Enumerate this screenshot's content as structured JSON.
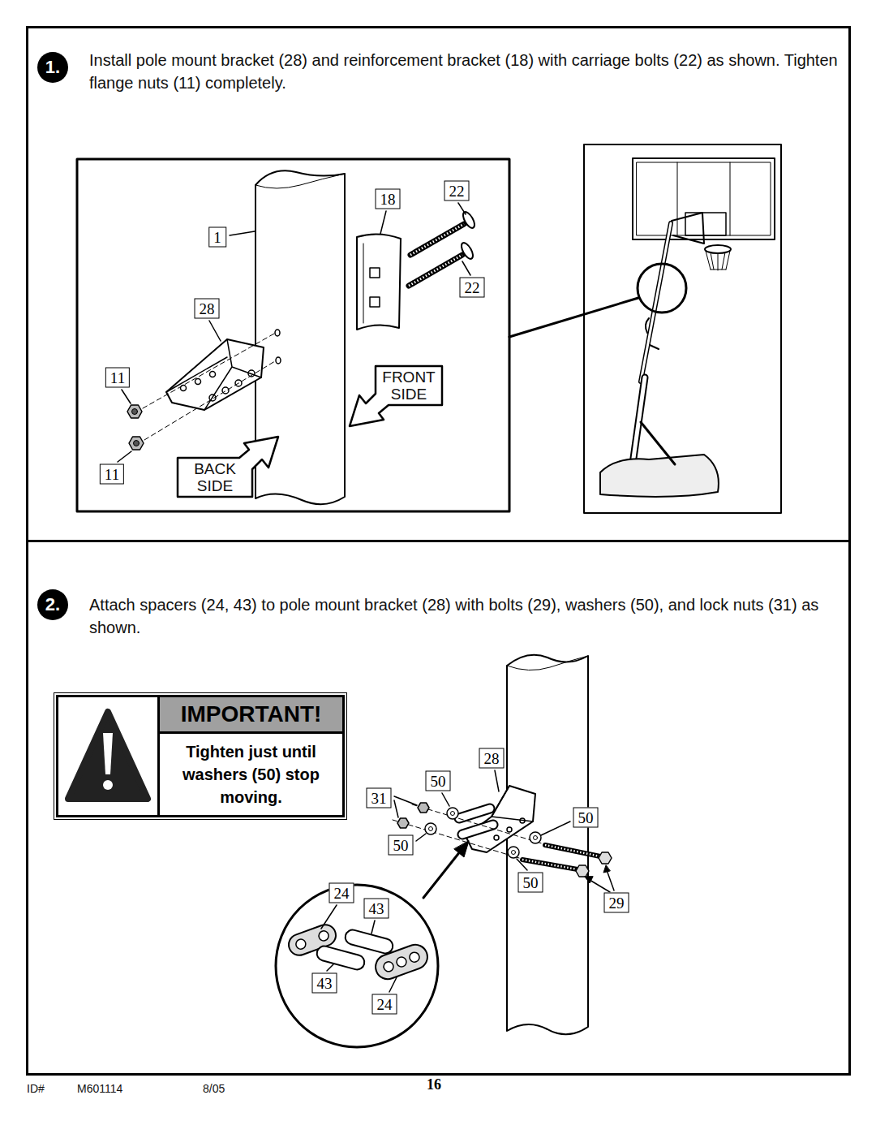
{
  "diagram": {
    "nodes": [
      {
        "text": [
          "Install pole mount bracket (28) and reinforcement bracket (18) with carriage bolts (22) as shown. Tighten flange nuts (11) completely."
        ]
      },
      {
        "text": [
          "1."
        ],
        "in": 0
      },
      {
        "text": [
          "FRONT SIDE"
        ],
        "in": 0
      },
      {
        "text": [
          "BACK SIDE"
        ],
        "in": 0
      },
      {
        "text": [
          "Attach spacers (24, 43) to pole mount bracket (28) with bolts (29), washers (50), and lock nuts (31) as shown."
        ]
      },
      {
        "text": [
          "2."
        ],
        "in": 4
      },
      {
        "text": [
          "IMPORTANT!",
          "Tighten just until washers (50) stop moving."
        ],
        "in": 4
      }
    ],
    "labels": [
      "18",
      "22",
      "1",
      "22",
      "28",
      "11",
      "11",
      "28",
      "50",
      "31",
      "50",
      "50",
      "50",
      "29",
      "24",
      "43",
      "43",
      "24",
      "ID#",
      "M601114",
      "8/05",
      "16"
    ]
  }
}
